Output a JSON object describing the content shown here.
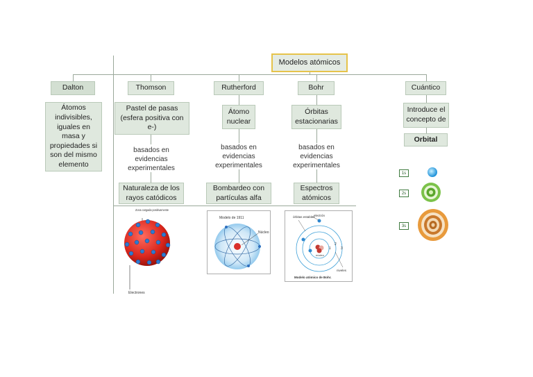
{
  "title": "Modelos atómicos",
  "models": [
    {
      "name": "Dalton",
      "desc": "Átomos indivisibles, iguales en masa y propiedades si son del mismo elemento"
    },
    {
      "name": "Thomson",
      "desc": "Pastel de pasas (esfera positiva con e-)",
      "link": "basados en evidencias experimentales",
      "evidence": "Naturaleza de los rayos catódicos"
    },
    {
      "name": "Rutherford",
      "desc": "Átomo nuclear",
      "link": "basados en evidencias experimentales",
      "evidence": "Bombardeo con partículas alfa"
    },
    {
      "name": "Bohr",
      "desc": "Órbitas estacionarias",
      "link": "basados en evidencias experimentales",
      "evidence": "Espectros atómicos"
    },
    {
      "name": "Cuántico",
      "desc": "Introduce el concepto de",
      "term": "Orbital"
    }
  ],
  "images": {
    "thomson": {
      "top": "Zona cargada positivamente",
      "bottom": "Electrones"
    },
    "rutherford": {
      "caption": "Modelo de 1911",
      "nucleus": "Núcleo"
    },
    "bohr": {
      "orbits": "órbitas estables",
      "electron": "electrón",
      "nucleus": "núcleo",
      "levels": "niveles",
      "caption": "Modelo atómico de Bohr.",
      "n1": "1",
      "n2": "2",
      "n3": "3"
    }
  },
  "orbitals": [
    "1s",
    "2s",
    "3s"
  ]
}
